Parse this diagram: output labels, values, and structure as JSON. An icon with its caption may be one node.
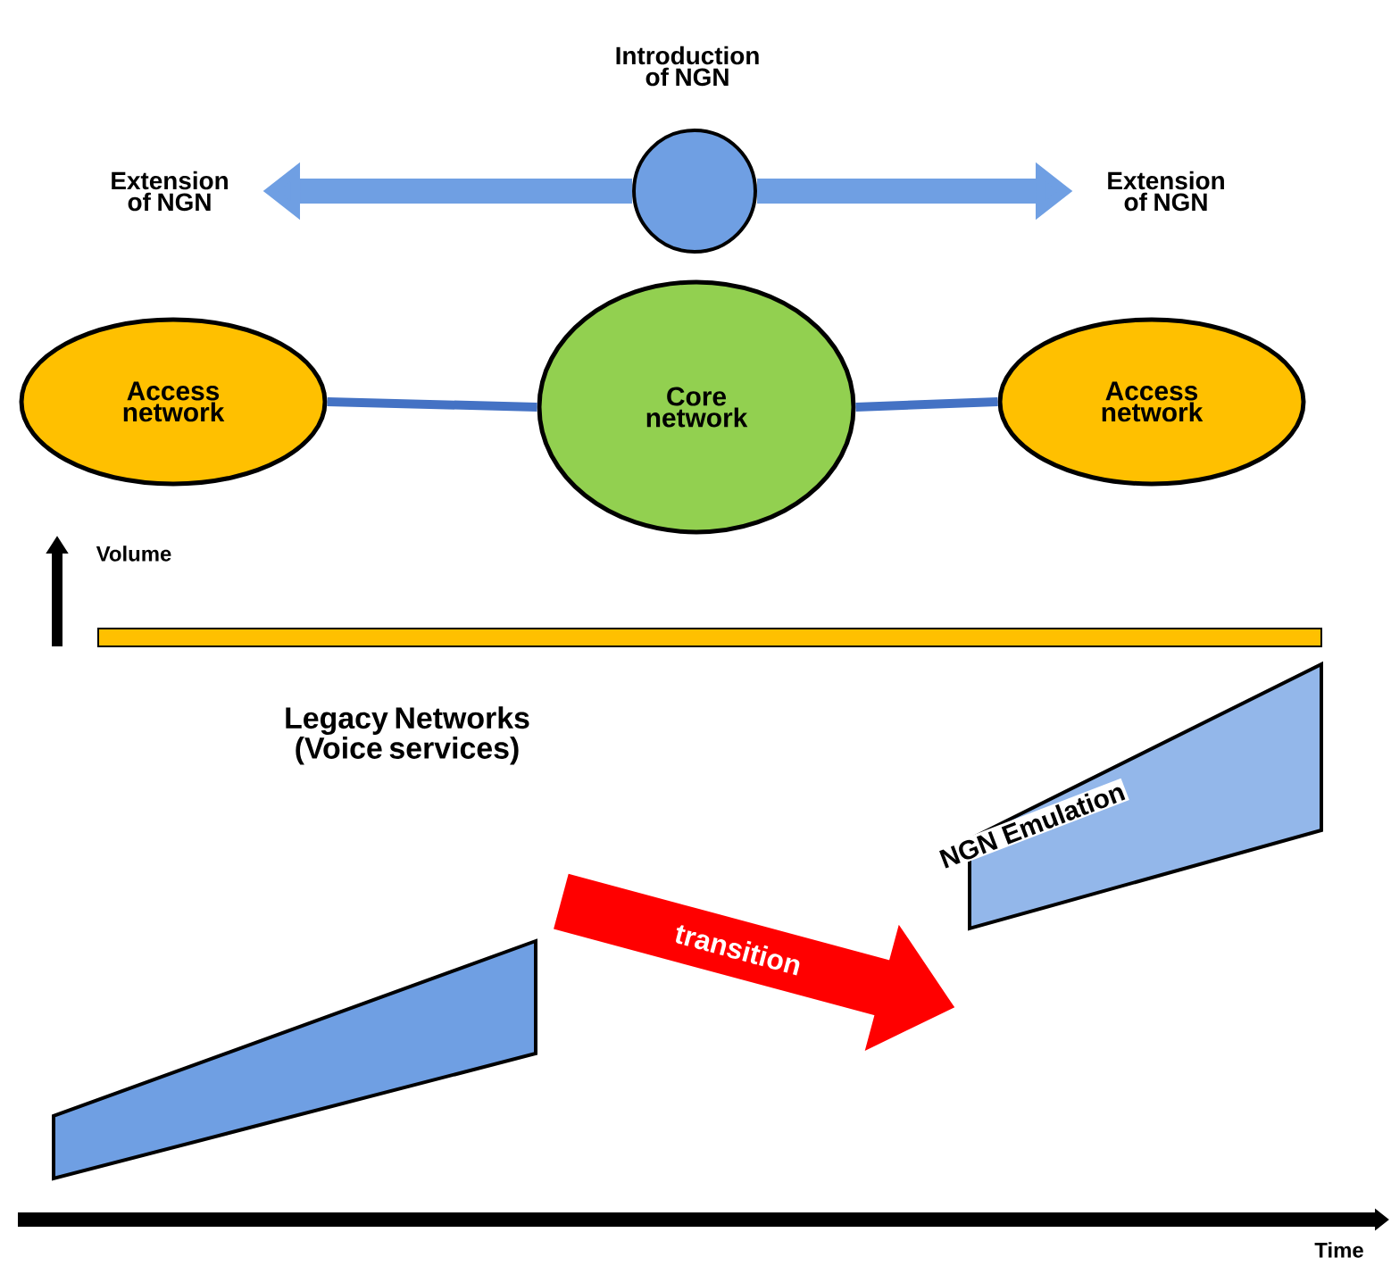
{
  "diagram": {
    "nodes": [
      {
        "text": [
          "Introduction of NGN"
        ]
      },
      {
        "text": [
          "Extension of NGN"
        ]
      },
      {
        "text": [
          "Extension of NGN"
        ]
      },
      {
        "text": [
          "Access network"
        ]
      },
      {
        "text": [
          "Core network"
        ]
      },
      {
        "text": [
          "Access network"
        ]
      },
      {
        "text": [],
        "shape": "bar"
      },
      {
        "text": [
          "NGN Emulation"
        ]
      }
    ],
    "edges": [
      {
        "from": 0,
        "to": 1,
        "arrow": "to"
      },
      {
        "from": 0,
        "to": 2,
        "arrow": "to"
      },
      {
        "from": 3,
        "to": 4,
        "arrow": "none"
      },
      {
        "from": 4,
        "to": 5,
        "arrow": "none"
      },
      {
        "from": 6,
        "to": 7,
        "arrow": "to",
        "style": "thick",
        "color": "#ff0000",
        "label": "transition"
      }
    ],
    "labels": [
      "Volume",
      "Legacy Networks (Voice services)",
      "Time"
    ]
  }
}
